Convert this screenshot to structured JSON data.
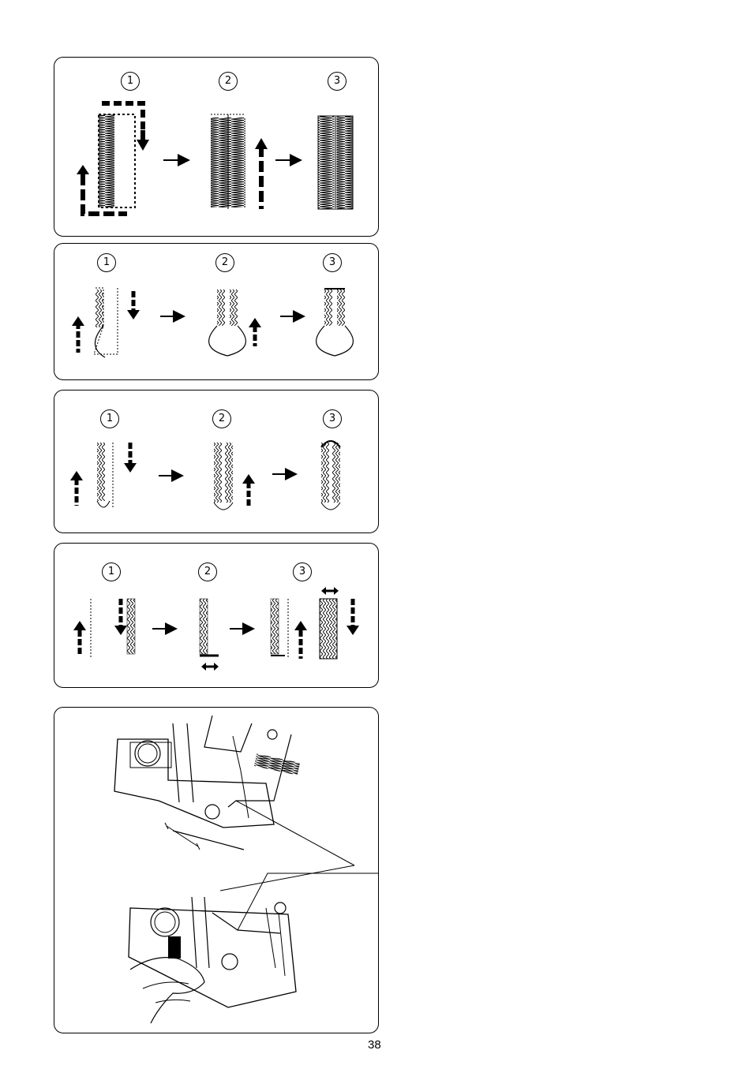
{
  "page_number": "38",
  "panels": [
    {
      "steps": [
        "1",
        "2",
        "3"
      ]
    },
    {
      "steps": [
        "1",
        "2",
        "3"
      ]
    },
    {
      "steps": [
        "1",
        "2",
        "3"
      ]
    },
    {
      "steps": [
        "1",
        "2",
        "3"
      ]
    }
  ],
  "icons": {
    "arrow_right": "arrow-right-icon",
    "arrow_up": "arrow-up-icon",
    "arrow_down": "arrow-down-icon",
    "arrow_lr": "arrow-left-right-icon"
  }
}
